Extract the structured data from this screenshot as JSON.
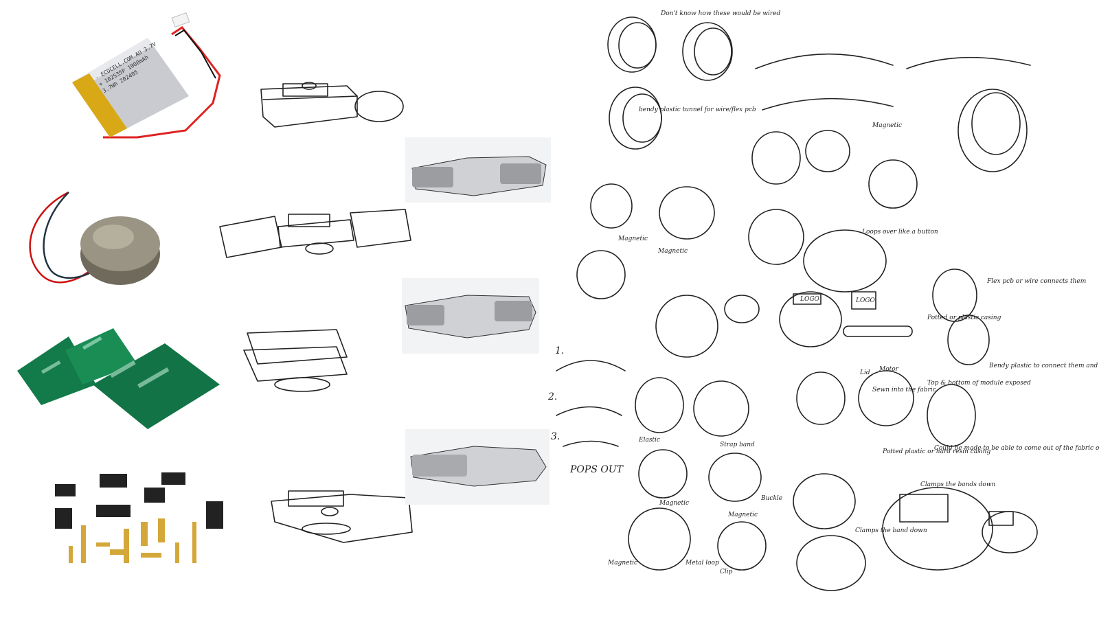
{
  "components": {
    "battery_label": [
      "- ECOCELL.COM.AU 3.7V",
      "+ 102535P 1000mAh",
      "3.7Wh 202405"
    ],
    "items": [
      "lipo-battery",
      "vibration-motor",
      "pcb-boards",
      "pogo-pin-connectors"
    ]
  },
  "sketch_notes": {
    "wiring": "Don't know how these would be wired",
    "tunnel": "bendy plastic tunnel for wire/flex pcb",
    "magnetic": "Magnetic",
    "magnetic2": "Magnetic",
    "magnetic3": "Magnetic",
    "magnetic4": "Magnetic",
    "magnetic5": "Magnetic",
    "magnetic6": "Magnetic",
    "loops": "Loops over like a button",
    "step1": "1.",
    "step2": "2.",
    "step3": "3.",
    "pops_out": "POPS OUT",
    "elastic": "Elastic",
    "strap": "Strap band",
    "buckle": "Buckle",
    "metal_loop": "Metal loop",
    "clip": "Clip",
    "logo1": "LOGO",
    "logo2": "LOGO",
    "flex": "Flex pcb or wire connects them",
    "potted": "Potted or plastic casing",
    "bendy": "Bendy plastic to connect them and allow it to form around wrist",
    "top_bottom": "Top & bottom of module exposed",
    "sewn": "Sewn into the fabric",
    "lid": "Lid",
    "motor": "Motor",
    "potted2": "Potted plastic or hard resin casing",
    "could": "Could be made to be able to come out of the fabric or could be sewed in",
    "clamps1": "Clamps the bands down",
    "clamps2": "Clamps the band down"
  }
}
